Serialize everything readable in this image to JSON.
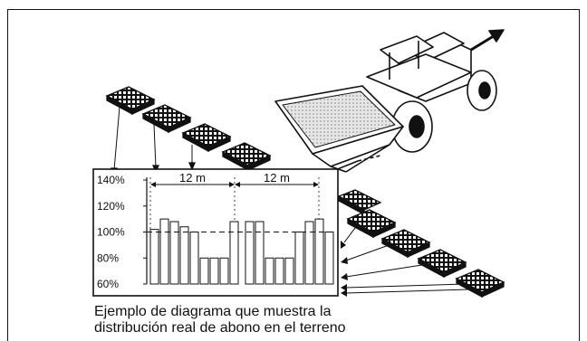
{
  "caption": {
    "line1": "Ejemplo de diagrama que muestra la",
    "line2": "distribución real de abono en el terreno"
  },
  "colors": {
    "ink": "#111111",
    "paper": "#ffffff",
    "tray_fill": "#1a1a1a",
    "fertilizer": "#d9d9d9"
  },
  "icons": {
    "tractor": "tractor-spreader-icon",
    "tray": "collection-tray-icon",
    "direction": "direction-arrow-icon"
  },
  "chart_data": {
    "type": "bar",
    "ytick_labels": [
      "140%",
      "120%",
      "100%",
      "80%",
      "60%"
    ],
    "yticks": [
      140,
      120,
      100,
      80,
      60
    ],
    "ylim": [
      60,
      140
    ],
    "reference_line": 100,
    "span_labels": [
      "12 m",
      "12 m"
    ],
    "series": [
      {
        "values": [
          102,
          110,
          108,
          104,
          100,
          80,
          80,
          80,
          108,
          108,
          108,
          80,
          80,
          80,
          100,
          108,
          110,
          100
        ]
      }
    ],
    "grid": false
  }
}
